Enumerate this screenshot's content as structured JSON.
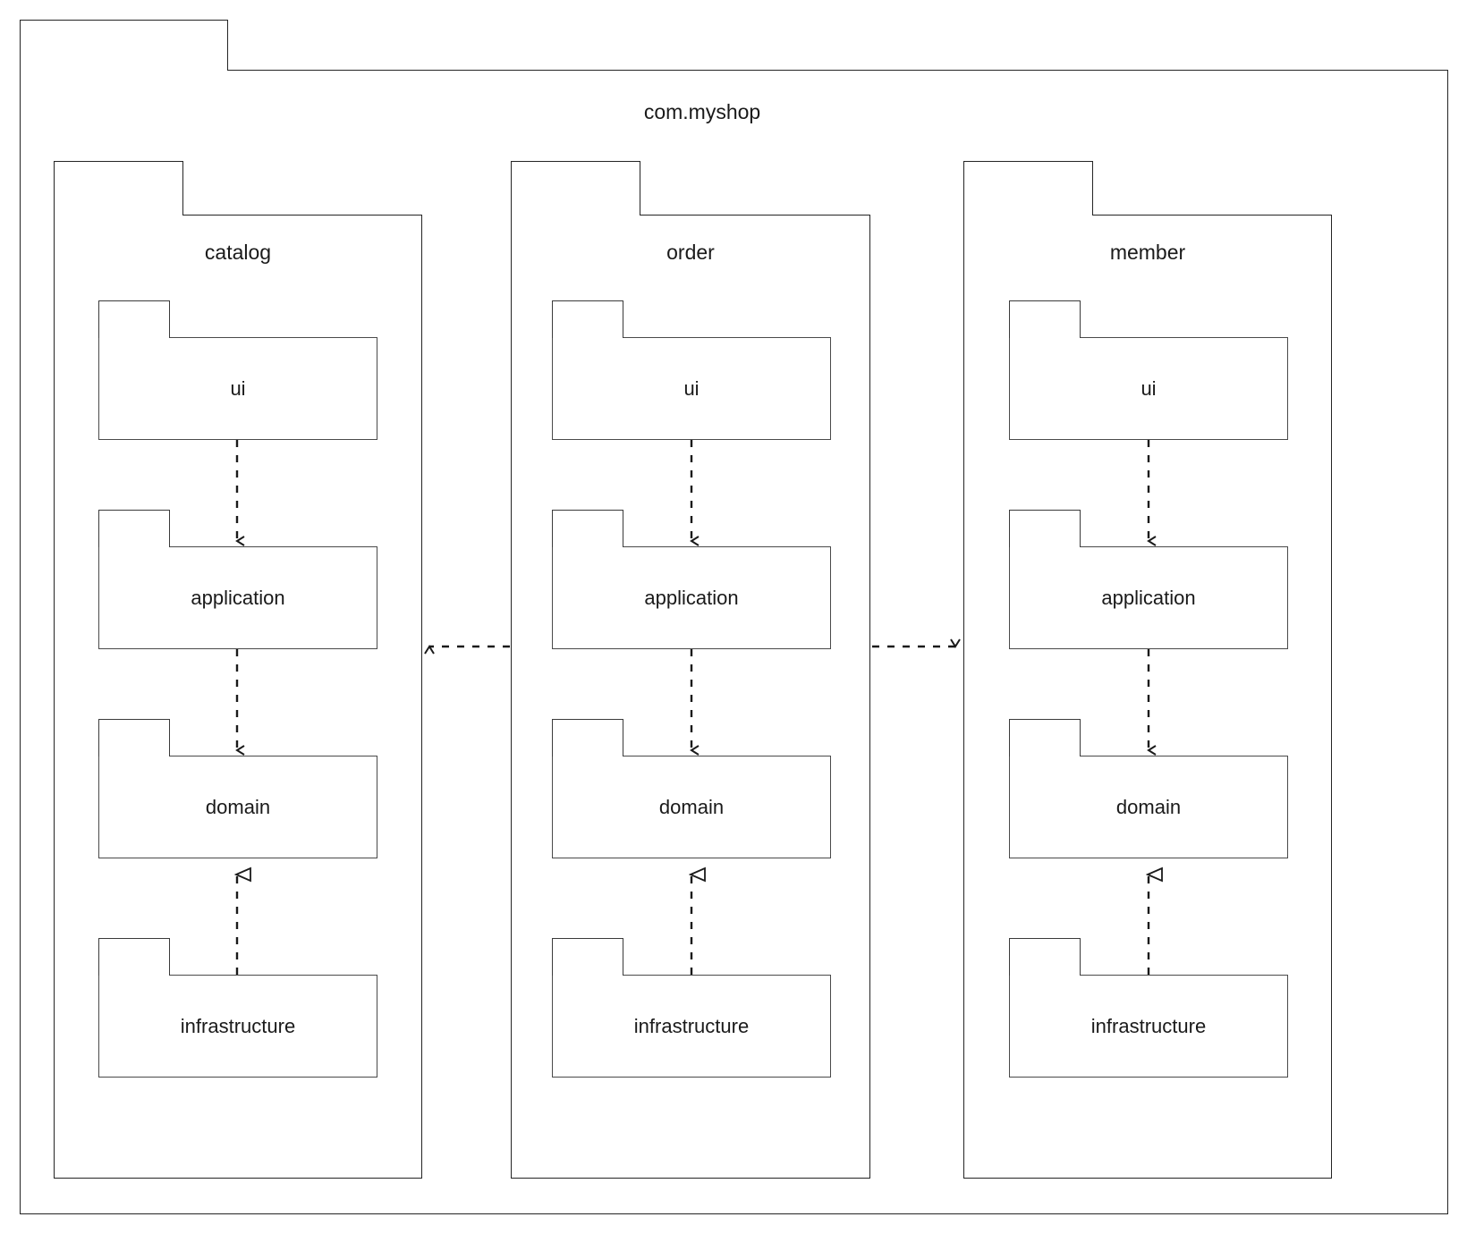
{
  "diagram": {
    "type": "uml-package-diagram",
    "outer_package": {
      "label": "com.myshop"
    },
    "packages": [
      {
        "id": "catalog",
        "label": "catalog",
        "subpackages": [
          {
            "id": "catalog-ui",
            "label": "ui"
          },
          {
            "id": "catalog-application",
            "label": "application"
          },
          {
            "id": "catalog-domain",
            "label": "domain"
          },
          {
            "id": "catalog-infrastructure",
            "label": "infrastructure"
          }
        ]
      },
      {
        "id": "order",
        "label": "order",
        "subpackages": [
          {
            "id": "order-ui",
            "label": "ui"
          },
          {
            "id": "order-application",
            "label": "application"
          },
          {
            "id": "order-domain",
            "label": "domain"
          },
          {
            "id": "order-infrastructure",
            "label": "infrastructure"
          }
        ]
      },
      {
        "id": "member",
        "label": "member",
        "subpackages": [
          {
            "id": "member-ui",
            "label": "ui"
          },
          {
            "id": "member-application",
            "label": "application"
          },
          {
            "id": "member-domain",
            "label": "domain"
          },
          {
            "id": "member-infrastructure",
            "label": "infrastructure"
          }
        ]
      }
    ],
    "relations": [
      {
        "from": "ui",
        "to": "application",
        "style": "dashed",
        "arrow": "open",
        "kind": "dependency"
      },
      {
        "from": "application",
        "to": "domain",
        "style": "dashed",
        "arrow": "open",
        "kind": "dependency"
      },
      {
        "from": "infrastructure",
        "to": "domain",
        "style": "dashed",
        "arrow": "hollow-triangle",
        "kind": "realization"
      },
      {
        "from": "order",
        "to": "catalog",
        "style": "dashed",
        "arrow": "open",
        "kind": "dependency"
      },
      {
        "from": "order",
        "to": "member",
        "style": "dashed",
        "arrow": "open",
        "kind": "dependency"
      }
    ],
    "colors": {
      "stroke": "#242424",
      "leaf_stroke": "#4a4a4a",
      "background": "#ffffff",
      "text": "#1a1a1a"
    }
  }
}
